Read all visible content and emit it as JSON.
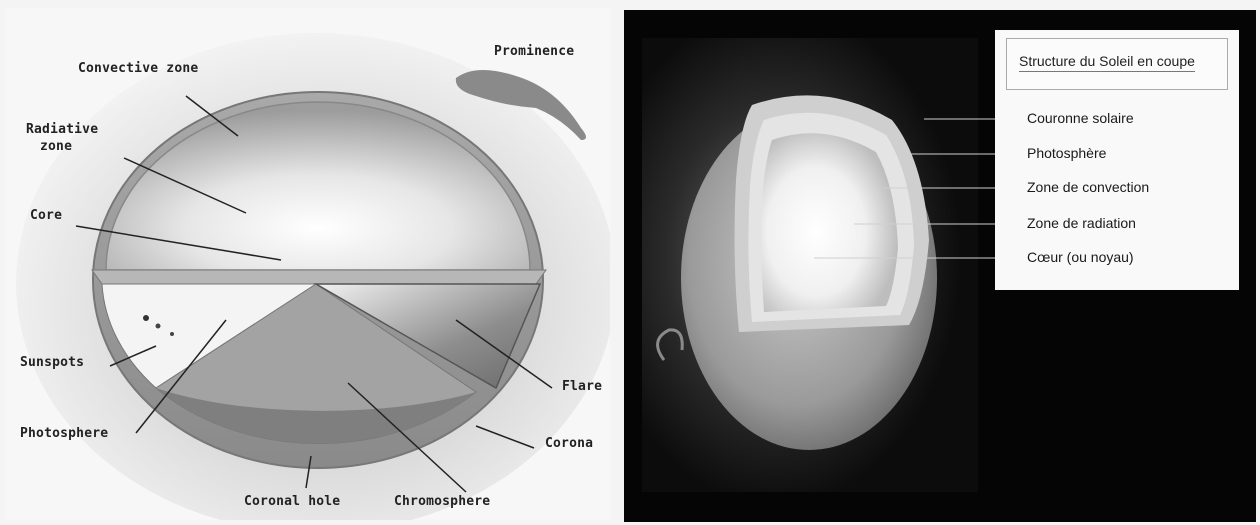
{
  "left_diagram": {
    "labels": {
      "prominence": "Prominence",
      "convective_zone": "Convective zone",
      "radiative_zone_1": "Radiative",
      "radiative_zone_2": "zone",
      "core": "Core",
      "sunspots": "Sunspots",
      "photosphere": "Photosphere",
      "coronal_hole": "Coronal hole",
      "chromosphere": "Chromosphere",
      "corona": "Corona",
      "flare": "Flare"
    }
  },
  "right_diagram": {
    "title": "Structure du Soleil en coupe",
    "labels": {
      "couronne": "Couronne solaire",
      "photosphere": "Photosphère",
      "convection": "Zone de convection",
      "radiation": "Zone de radiation",
      "coeur": "Cœur (ou noyau)"
    }
  }
}
